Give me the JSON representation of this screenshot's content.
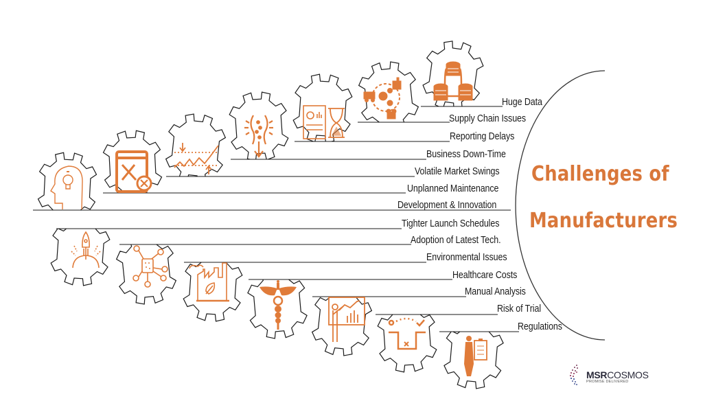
{
  "title": {
    "line1": "Challenges of",
    "line2": "Manufacturers",
    "color": "#d9773a"
  },
  "accent_color": "#e07b39",
  "line_color": "#1a1a1a",
  "top_challenges": [
    {
      "label": "Huge Data",
      "icon": "database-network-icon"
    },
    {
      "label": "Supply Chain Issues",
      "icon": "supply-chain-gears-icon"
    },
    {
      "label": "Reporting Delays",
      "icon": "report-hourglass-icon"
    },
    {
      "label": "Business Down-Time",
      "icon": "flow-constriction-icon"
    },
    {
      "label": "Volatile Market Swings",
      "icon": "market-zigzag-chart-icon"
    },
    {
      "label": "Unplanned Maintenance",
      "icon": "tools-error-icon"
    },
    {
      "label": "Development & Innovation",
      "icon": "head-lightbulb-icon"
    }
  ],
  "bottom_challenges": [
    {
      "label": "Tighter Launch Schedules",
      "icon": "rocket-launch-icon"
    },
    {
      "label": "Adoption of Latest Tech.",
      "icon": "circuit-chip-icon"
    },
    {
      "label": "Environmental Issues",
      "icon": "factory-leaf-icon"
    },
    {
      "label": "Healthcare Costs",
      "icon": "caduceus-icon"
    },
    {
      "label": "Manual Analysis",
      "icon": "presenter-chart-icon"
    },
    {
      "label": "Risk of Trial",
      "icon": "pitfall-risk-icon"
    },
    {
      "label": "Regulations",
      "icon": "person-clipboard-icon"
    }
  ],
  "logo": {
    "brand_bold": "MSR",
    "brand_thin": "COSMOS",
    "tagline": "PROMISE DELIVERED"
  }
}
